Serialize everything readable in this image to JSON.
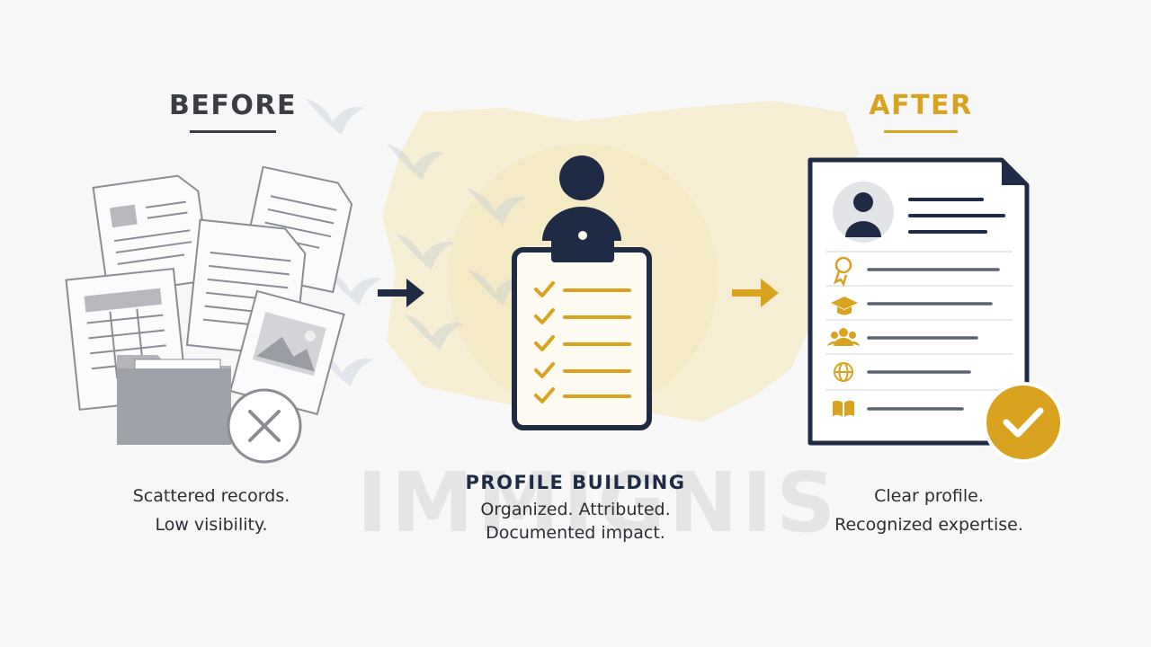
{
  "before": {
    "title": "BEFORE",
    "caption_line1": "Scattered records.",
    "caption_line2": "Low visibility."
  },
  "center": {
    "title": "PROFILE BUILDING",
    "line1": "Organized. Attributed.",
    "line2": "Documented impact."
  },
  "after": {
    "title": "AFTER",
    "caption_line1": "Clear profile.",
    "caption_line2": "Recognized expertise."
  },
  "watermark": "IMMIGNIS",
  "colors": {
    "navy": "#1f2a44",
    "gold": "#d9a21f",
    "gray": "#8a8d94",
    "light_gray": "#e3e4e7"
  },
  "icons": {
    "before": [
      "document-stack-icon",
      "folder-icon",
      "close-icon"
    ],
    "center": [
      "person-icon",
      "clipboard-checklist-icon"
    ],
    "after": [
      "profile-document-icon",
      "award-ribbon-icon",
      "graduation-cap-icon",
      "people-group-icon",
      "globe-icon",
      "book-icon",
      "check-badge-icon"
    ],
    "arrows": [
      "arrow-right-icon",
      "arrow-right-icon"
    ]
  }
}
